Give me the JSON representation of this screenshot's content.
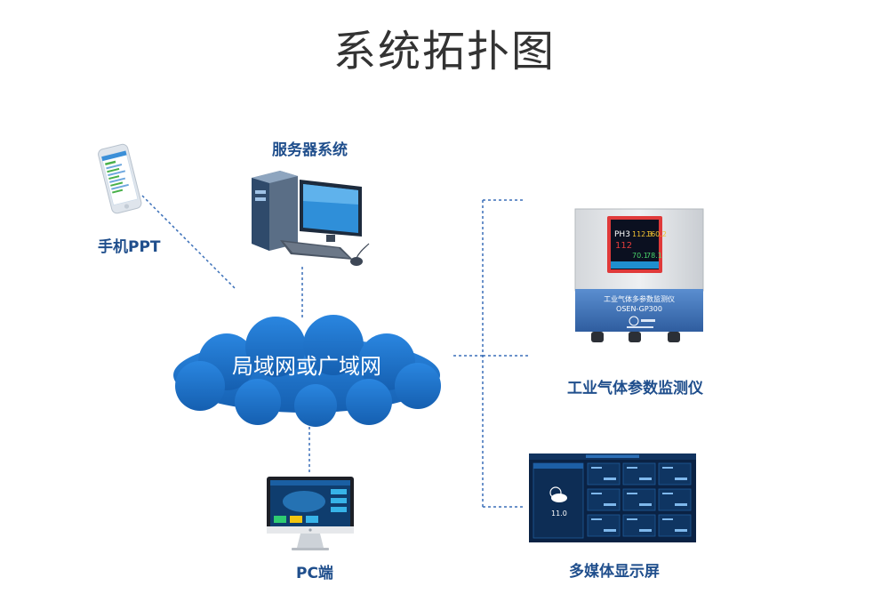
{
  "title": "系统拓扑图",
  "network": {
    "label": "局域网或广域网"
  },
  "nodes": {
    "server": {
      "label": "服务器系统"
    },
    "phone": {
      "label": "手机PPT"
    },
    "pc": {
      "label": "PC端"
    },
    "gas_monitor": {
      "label": "工业气体参数监测仪",
      "panel_name": "工业气体多参数监测仪",
      "model": "OSEN-GP300",
      "screen_values": [
        "112.3",
        "160.2",
        "112",
        "70.1",
        "78.1"
      ]
    },
    "display": {
      "label": "多媒体显示屏",
      "weather_value": "11.0"
    }
  },
  "colors": {
    "accent": "#1f4e8c",
    "cloud": "#1f6fc4",
    "link": "#3a6fb8",
    "monitor_body": "#3f6fb5"
  }
}
